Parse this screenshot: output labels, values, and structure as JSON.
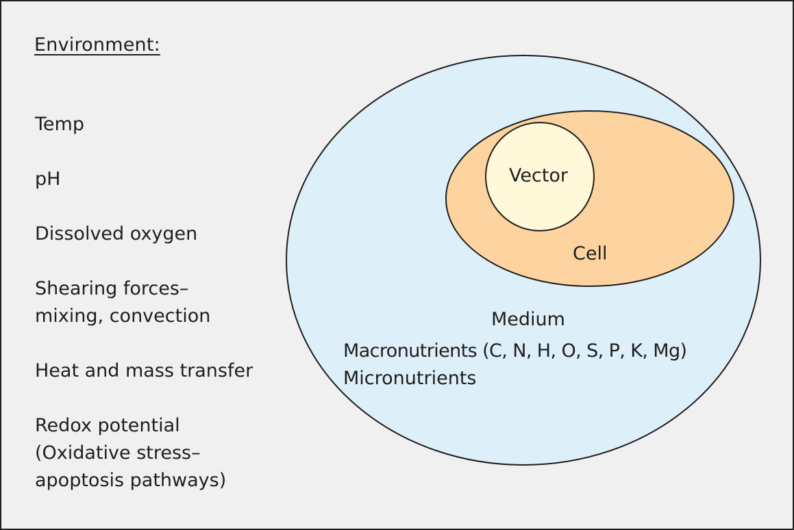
{
  "environment": {
    "title": "Environment:",
    "items": [
      "Temp",
      "pH",
      "Dissolved oxygen",
      [
        "Shearing forces–",
        "mixing, convection"
      ],
      "Heat and mass transfer",
      [
        "Redox potential",
        "(Oxidative stress–",
        "apoptosis pathways)"
      ]
    ]
  },
  "medium": {
    "title": "Medium",
    "macronutrients": "Macronutrients (C, N, H, O, S, P, K, Mg)",
    "micronutrients": "Micronutrients",
    "fill": "#ddeff8"
  },
  "cell": {
    "label": "Cell",
    "fill": "#fdd4a0"
  },
  "vector": {
    "label": "Vector",
    "fill": "#fff9d9"
  },
  "colors": {
    "background": "#f0f0f0",
    "stroke": "#1e1e1e",
    "text": "#1e1e1e"
  }
}
